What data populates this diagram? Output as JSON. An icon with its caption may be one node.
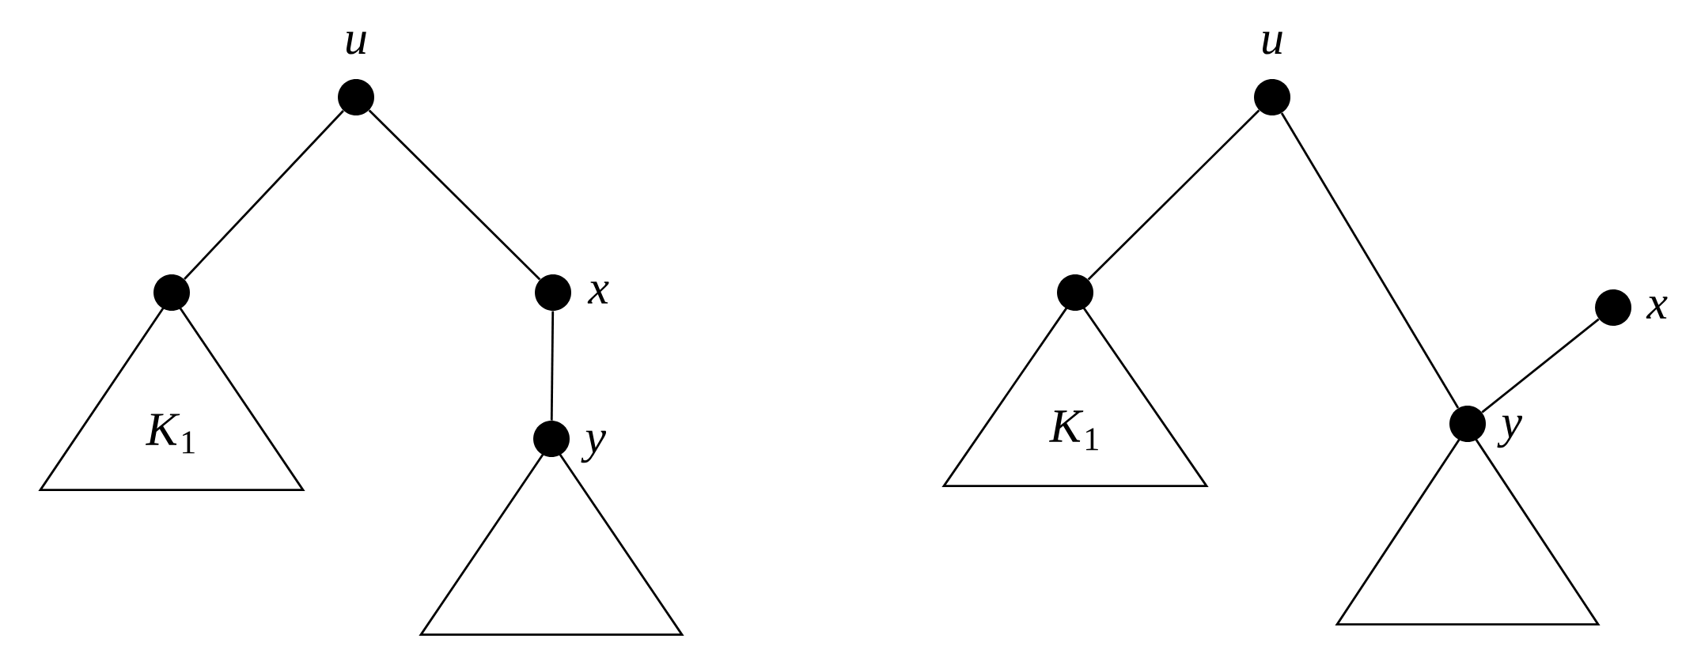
{
  "diagram": {
    "nodes": [
      {
        "text": [],
        "shape": "circle",
        "beside": [
          "*u*"
        ]
      },
      {
        "text": [],
        "shape": "circle"
      },
      {
        "text": [],
        "shape": "circle",
        "beside": [
          "*x*"
        ]
      },
      {
        "text": [
          "*K*$_{1}$"
        ]
      },
      {
        "text": [],
        "shape": "circle",
        "beside": [
          "*y*"
        ]
      },
      {
        "text": [],
        "shape": "triangle"
      },
      {
        "text": [],
        "shape": "circle",
        "beside": [
          "*u*"
        ]
      },
      {
        "text": [],
        "shape": "circle"
      },
      {
        "text": [],
        "shape": "circle",
        "beside": [
          "*x*"
        ]
      },
      {
        "text": [
          "*K*$_{1}$"
        ]
      },
      {
        "text": [],
        "shape": "circle",
        "beside": [
          "*y*"
        ]
      },
      {
        "text": [],
        "shape": "triangle"
      }
    ],
    "edges": [
      {
        "from": 0,
        "to": 1,
        "arrow": "none"
      },
      {
        "from": 0,
        "to": 2,
        "arrow": "none"
      },
      {
        "from": 2,
        "to": 4,
        "arrow": "none"
      },
      {
        "from": 6,
        "to": 7,
        "arrow": "none"
      },
      {
        "from": 6,
        "to": 10,
        "arrow": "none"
      },
      {
        "from": 10,
        "to": 8,
        "arrow": "none"
      }
    ]
  }
}
